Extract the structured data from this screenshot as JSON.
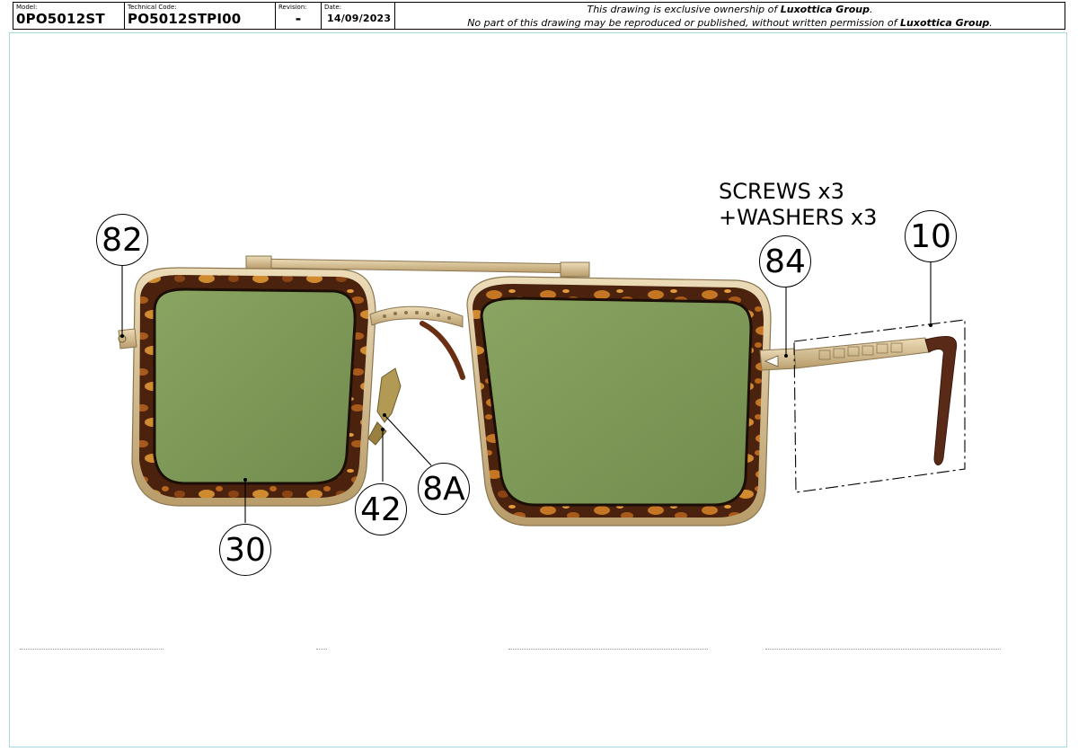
{
  "title_block": {
    "model_label": "Model:",
    "model_value": "0PO5012ST",
    "technical_code_label": "Technical Code:",
    "technical_code_value": "PO5012STPI00",
    "revision_label": "Revision:",
    "revision_value": "-",
    "date_label": "Date:",
    "date_value": "14/09/2023",
    "notice_line1_prefix": "This drawing is exclusive ownership of ",
    "notice_line1_owner": "Luxottica Group",
    "notice_line1_suffix": ".",
    "notice_line2_prefix": "No part of this drawing may be reproduced or published, without written permission of ",
    "notice_line2_owner": "Luxottica Group",
    "notice_line2_suffix": "."
  },
  "callouts": {
    "c82": "82",
    "c84": "84",
    "c10": "10",
    "c42": "42",
    "c8a": "8A",
    "c30": "30"
  },
  "screw_note": {
    "line1": "SCREWS x3",
    "line2": "+WASHERS x3"
  },
  "colors": {
    "lens": "#7f9a5a",
    "tortoise_dark": "#3a1c0c",
    "tortoise_light": "#c87a2a",
    "metal_gold": "#d8c39a",
    "temple_tip": "#5a2a18"
  }
}
